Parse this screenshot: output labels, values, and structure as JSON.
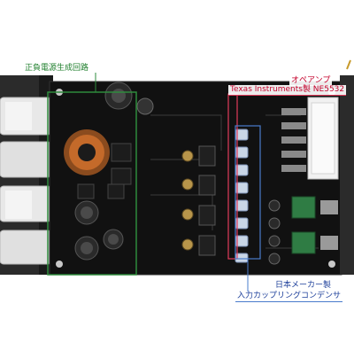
{
  "callouts": {
    "power_supply": "正負電源生成回路",
    "opamp_title": "オペアンプ",
    "opamp_model": "Texas Instruments製 NE5532",
    "capacitor_maker": "日本メーカー製",
    "capacitor_desc": "入力カップリングコンデンサ"
  },
  "colors": {
    "green_box": "#2e8b3c",
    "red_box": "#e23b5b",
    "blue_box": "#4a7ccc",
    "board": "#111111",
    "chassis_panel": "#2b2b2b"
  }
}
